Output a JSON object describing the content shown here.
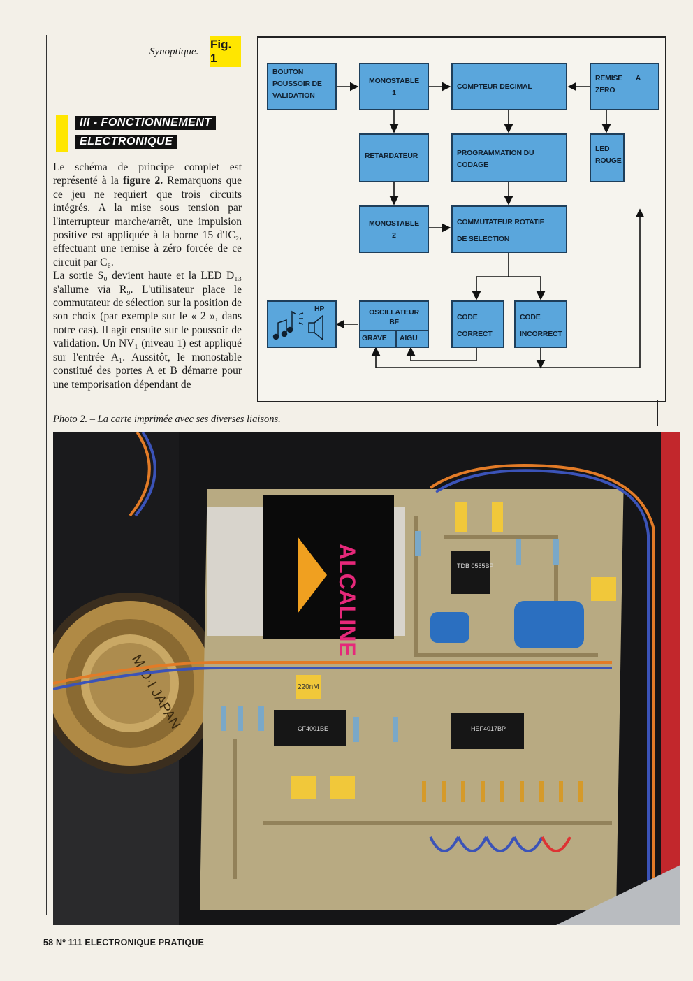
{
  "figure": {
    "caption": "Synoptique.",
    "tag": "Fig. 1",
    "blocks": {
      "bouton": [
        "BOUTON",
        "POUSSOIR  DE",
        "VALIDATION"
      ],
      "mono1": [
        "MONOSTABLE",
        "1"
      ],
      "compteur": [
        "COMPTEUR  DECIMAL"
      ],
      "remise": [
        "REMISE       A",
        "ZERO"
      ],
      "retard": [
        "RETARDATEUR"
      ],
      "prog": [
        "PROGRAMMATION  DU",
        "CODAGE"
      ],
      "led": [
        "LED",
        "ROUGE"
      ],
      "mono2": [
        "MONOSTABLE",
        "2"
      ],
      "commut": [
        "COMMUTATEUR  ROTATIF",
        "DE  SELECTION"
      ],
      "hp": "HP",
      "osc": [
        "OSCILLATEUR",
        "BF"
      ],
      "grave": "GRAVE",
      "aigu": "AIGU",
      "correct": [
        "CODE",
        "CORRECT"
      ],
      "incorrect": [
        "CODE",
        "INCORRECT"
      ]
    }
  },
  "section": {
    "heading_line1": "III - FONCTIONNEMENT",
    "heading_line2": "ELECTRONIQUE"
  },
  "body": {
    "p1_part1": "Le schéma de principe complet est représenté à la ",
    "p1_bold": "figure 2.",
    "p1_part2": " Remarquons que ce jeu ne requiert que trois circuits intégrés. A la mise sous tension par l'interrupteur marche/arrêt, une impulsion positive est appliquée à la borne 15 d'IC₂, effectuant une remise à zéro forcée de ce circuit par C₆.",
    "p2": "La sortie S₀ devient haute et la LED D₁₃ s'allume via R₉. L'utilisateur place le commutateur de sélection sur la position de son choix (par exemple sur le « 2 », dans notre cas). Il agit ensuite sur le poussoir de validation. Un NV₁ (niveau 1) est appliqué sur l'entrée A₁. Aussitôt, le monostable constitué des portes A et B démarre pour une temporisation dépendant de"
  },
  "photo": {
    "caption": "Photo 2. – La carte imprimée avec ses diverses liaisons.",
    "battery_label": "ALCALINE",
    "speaker_text": "M·D·I  JAPAN",
    "chip1": "CF4001BE",
    "chip2": "HEF4017BP",
    "chip3": "TDB 0555BP",
    "cap_label": "220nM"
  },
  "footer": "58 Nº 111 ELECTRONIQUE PRATIQUE"
}
